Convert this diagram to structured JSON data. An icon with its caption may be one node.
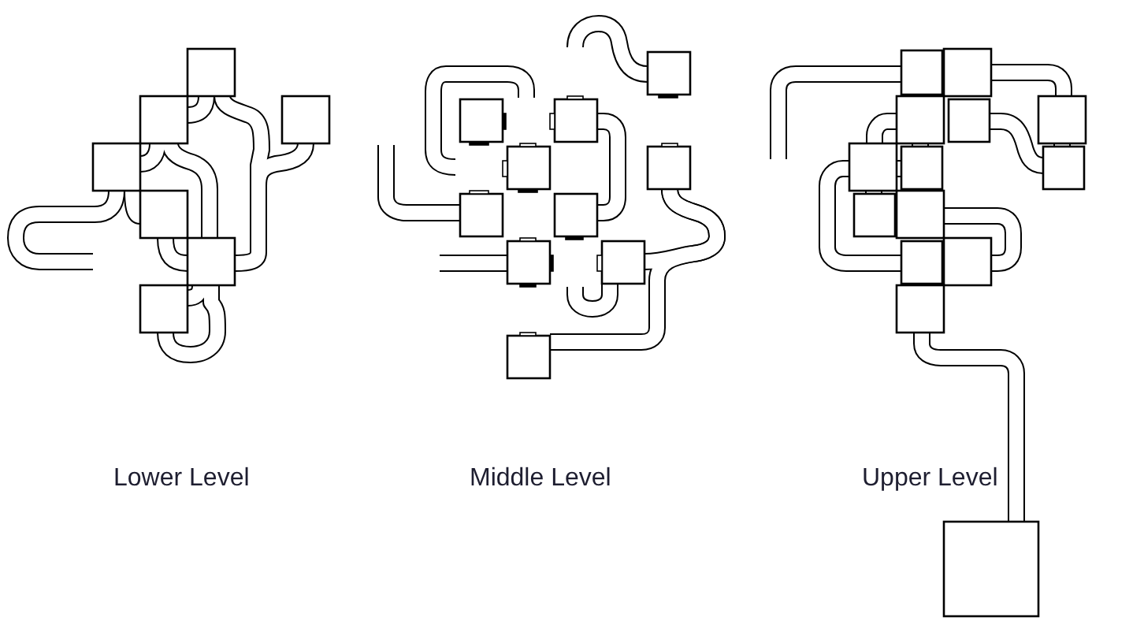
{
  "diagram": {
    "labels": [
      "Lower Level",
      "Middle Level",
      "Upper Level"
    ]
  }
}
